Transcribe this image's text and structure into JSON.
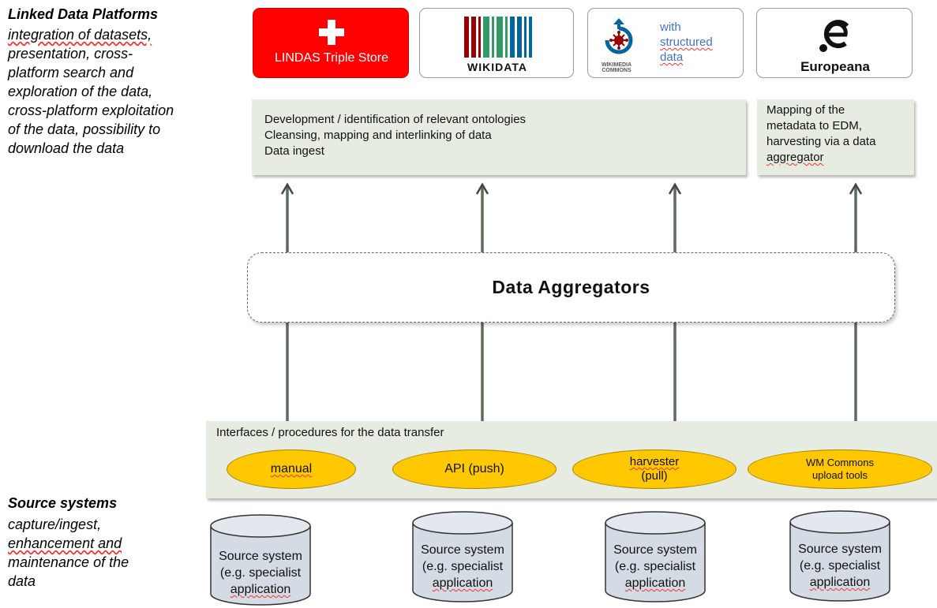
{
  "left_panel": {
    "platforms_title": "Linked Data Platforms",
    "platforms_lines": [
      "integration of datasets,",
      "presentation, cross-",
      "platform search and",
      "exploration of the data,",
      "cross-platform exploitation",
      "of the data, possibility to",
      "download the data"
    ],
    "sources_title": "Source systems",
    "sources_lines": [
      "capture/ingest,",
      "enhancement and",
      "maintenance of the",
      "data"
    ]
  },
  "logos": {
    "lindas": "LINDAS Triple Store",
    "wikidata": "WIKIDATA",
    "wikimedia_small_1": "WIKIMEDIA",
    "wikimedia_small_2": "COMMONS",
    "wikimedia_side": [
      "with",
      "structured",
      "data"
    ],
    "europeana": "Europeana"
  },
  "colors": {
    "lindas_red": "#ff0000",
    "process_box": "#e6ece2",
    "oval_fill": "#ffc800",
    "cylinder_fill": "#d4dbe4"
  },
  "platform_tasks": {
    "main_lines": [
      "Development / identification of relevant ontologies",
      "Cleansing, mapping and interlinking of data",
      "Data ingest"
    ],
    "europeana_lines": [
      "Mapping of the",
      "metadata to EDM,",
      "harvesting via a data",
      "aggregator"
    ]
  },
  "aggregators": {
    "label": "Data Aggregators"
  },
  "interfaces": {
    "title": "Interfaces / procedures for the data transfer",
    "manual": "manual",
    "api": "API (push)",
    "harvester_1": "harvester",
    "harvester_2": "(pull)",
    "wm_1": "WM Commons",
    "wm_2": "upload tools"
  },
  "source_system": {
    "line1": "Source system",
    "line2": "(e.g. specialist",
    "line3": "application"
  }
}
